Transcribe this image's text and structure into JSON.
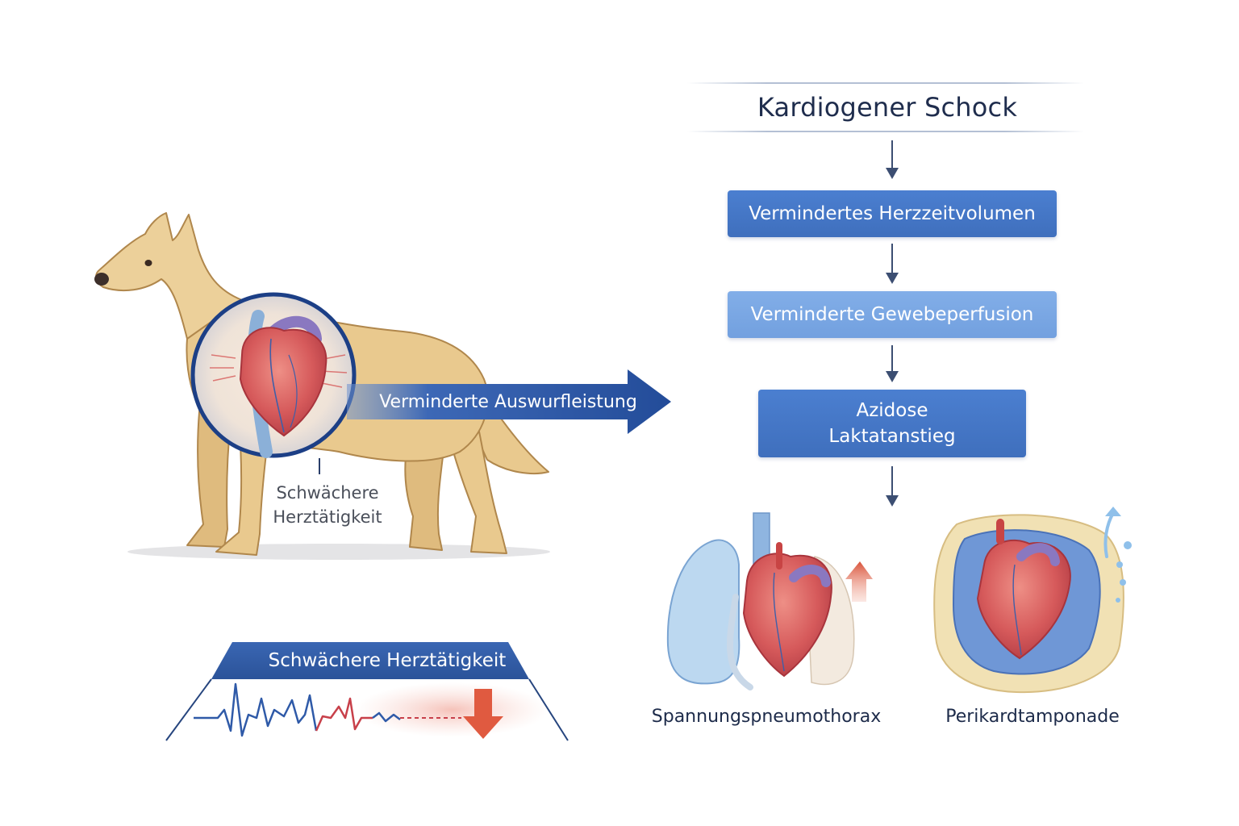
{
  "diagram": {
    "title": "Kardiogener Schock",
    "flow": [
      {
        "label": "Vermindertes Herzzeitvolumen"
      },
      {
        "label": "Verminderte Gewebeperfusion"
      },
      {
        "line1": "Azidose",
        "line2": "Laktatanstieg"
      }
    ],
    "main_arrow_label": "Verminderte Auswurfleistung",
    "heart_callout": {
      "line1": "Schwächere",
      "line2": "Herztätigkeit"
    },
    "banner_label": "Schwächere Herztätigkeit",
    "conditions": [
      {
        "label": "Spannungspneumothorax"
      },
      {
        "label": "Perikardtamponade"
      }
    ],
    "colors": {
      "box_dark": "#4378c6",
      "box_light": "#78a5e2",
      "arrow": "#2f5aa8",
      "title_text": "#1f2d4d",
      "dog_fur": "#e9c98e",
      "heart_red": "#d6575a",
      "heart_purple": "#8a78c0",
      "lung_blue": "#bcd8f0",
      "down_arrow_red": "#e05a40"
    },
    "icons": [
      "dog-illustration",
      "heart-icon",
      "lungs-icon",
      "pericardium-icon",
      "ecg-trace-icon",
      "down-arrow-icon",
      "up-arrow-icon"
    ]
  }
}
